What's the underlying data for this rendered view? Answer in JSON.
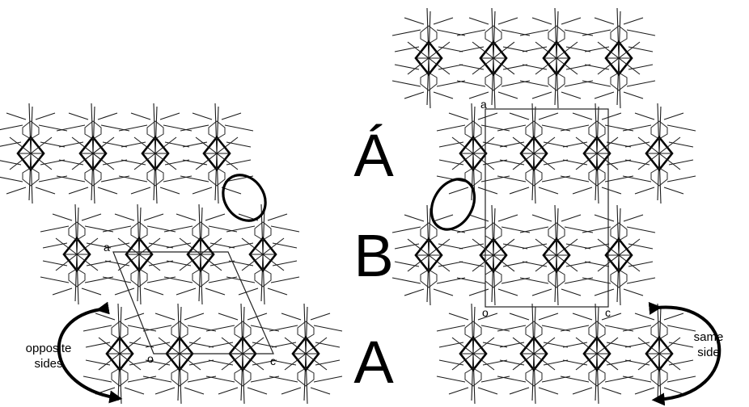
{
  "layers": {
    "a_prime": "Á",
    "b": "B",
    "a": "A"
  },
  "left_panel": {
    "cell_labels": {
      "a": "a",
      "o": "o",
      "c": "c"
    },
    "annotation": {
      "line1": "opposite",
      "line2": "sides"
    }
  },
  "right_panel": {
    "cell_labels": {
      "a": "a",
      "o": "o",
      "c": "c"
    },
    "annotation": {
      "line1": "same",
      "line2": "side"
    }
  }
}
